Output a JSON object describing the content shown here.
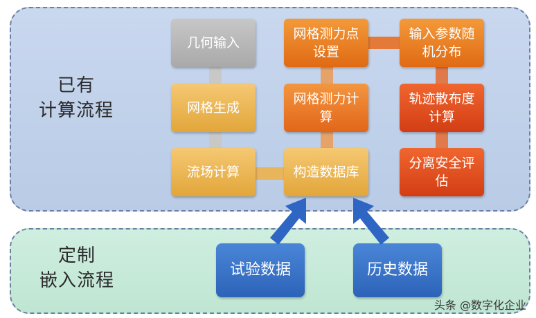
{
  "panels": {
    "existing_label": "已有\n计算流程",
    "embedded_label": "定制\n嵌入流程"
  },
  "boxes": {
    "geometry_input": "几何输入",
    "mesh_generation": "网格生成",
    "flow_calc": "流场计算",
    "mesh_probe_setup": "网格测力点设置",
    "mesh_probe_calc": "网格测力计算",
    "build_database": "构造数据库",
    "input_param_random": "输入参数随机分布",
    "trajectory_calc": "轨迹散布度计算",
    "separation_eval": "分离安全评估",
    "test_data": "试验数据",
    "history_data": "历史数据"
  },
  "watermark": "头条 @数字化企业"
}
